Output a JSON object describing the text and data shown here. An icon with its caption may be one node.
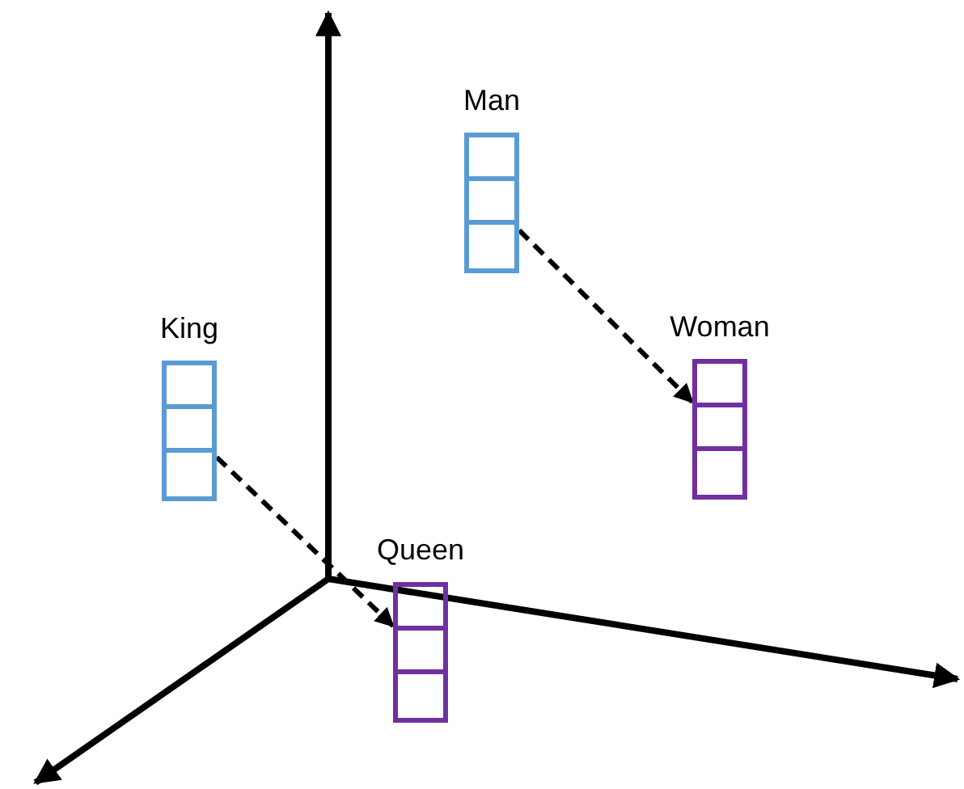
{
  "diagram": {
    "nodes": [
      {
        "text": [
          "Man"
        ]
      },
      {
        "text": [
          "King"
        ]
      },
      {
        "text": [
          "Woman"
        ]
      },
      {
        "text": [
          "Queen"
        ]
      }
    ],
    "edges": [
      {
        "from": 1,
        "to": 3,
        "arrow": "to",
        "style": "dashed"
      },
      {
        "from": 0,
        "to": 2,
        "arrow": "to",
        "style": "dashed"
      }
    ]
  }
}
